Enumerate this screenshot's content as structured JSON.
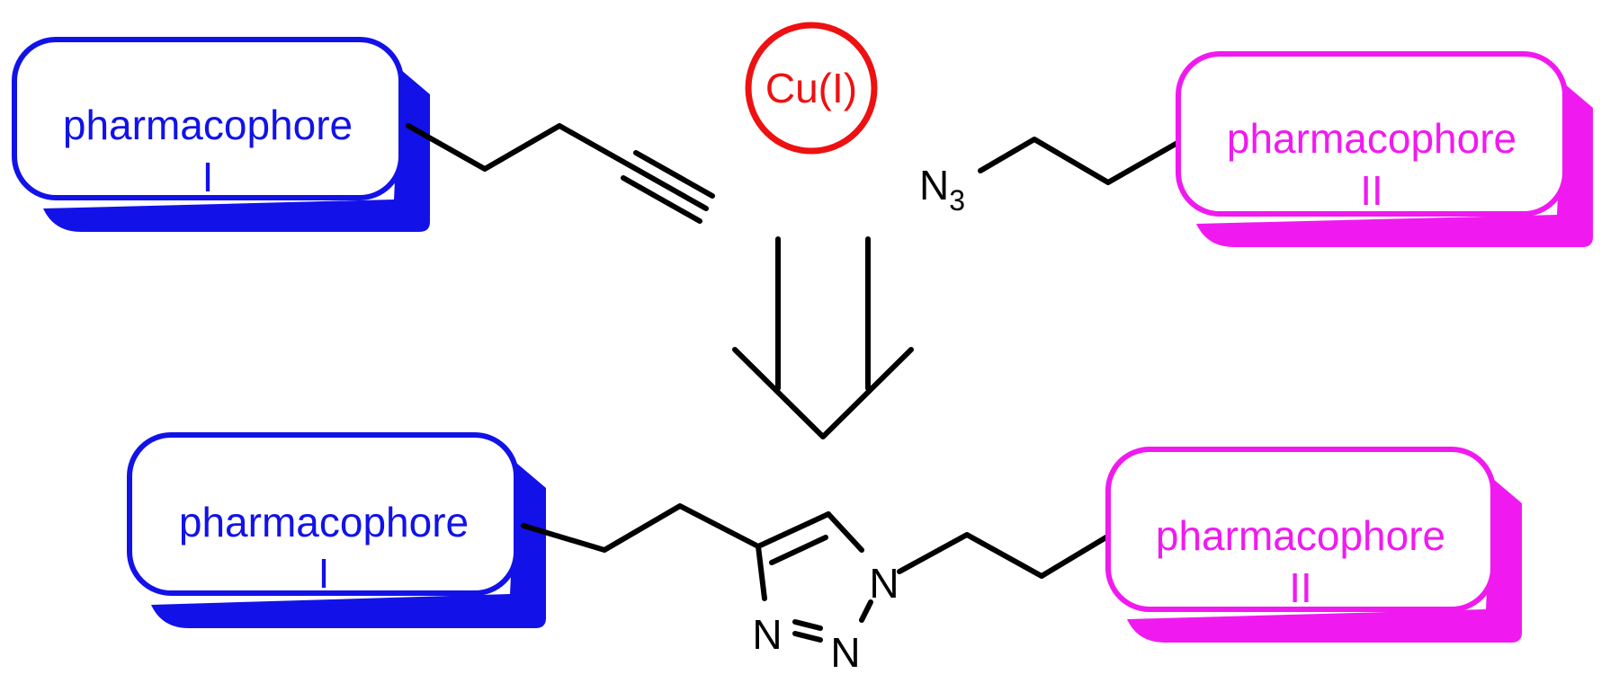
{
  "pharmacophore_1": {
    "line1": "pharmacophore",
    "line2": "I",
    "color": "#1212e8"
  },
  "pharmacophore_2": {
    "line1": "pharmacophore",
    "line2": "II",
    "color": "#f01af0"
  },
  "catalyst": {
    "label": "Cu(I)",
    "color": "#ee1111"
  },
  "azide": {
    "symbol": "N",
    "subscript": "3"
  },
  "triazole_atoms": [
    "N",
    "N",
    "N"
  ]
}
